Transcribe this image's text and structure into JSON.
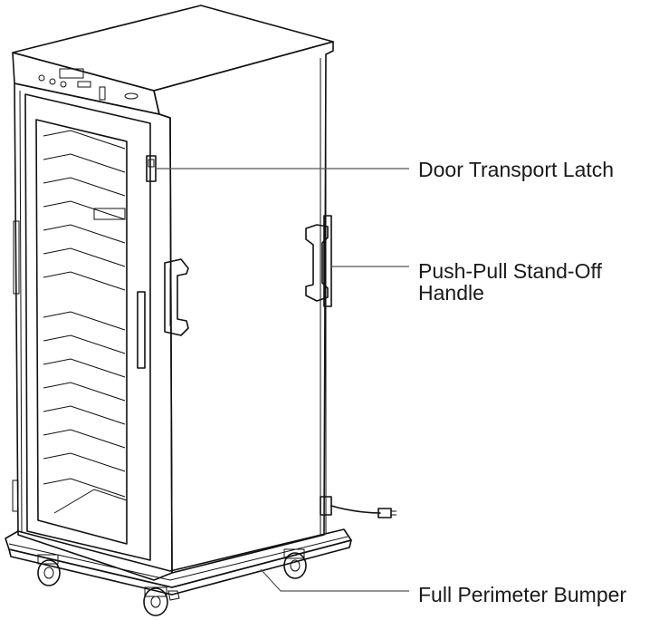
{
  "callouts": {
    "door_latch": "Door Transport Latch",
    "handle_line1": "Push-Pull Stand-Off",
    "handle_line2": "Handle",
    "bumper": "Full Perimeter Bumper"
  },
  "colors": {
    "line": "#111111",
    "glass": "#d9d9d9",
    "top_face": "#f2f2f2",
    "background": "#ffffff"
  }
}
